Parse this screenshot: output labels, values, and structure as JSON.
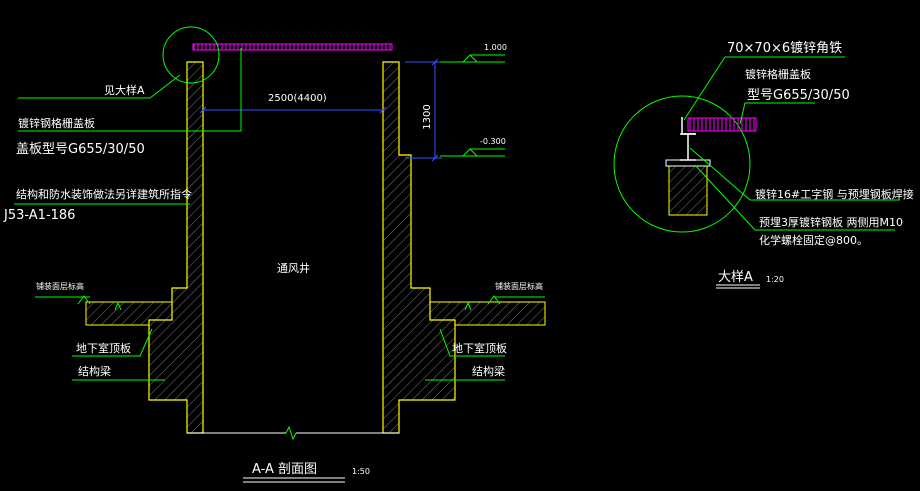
{
  "section": {
    "title": "A-A 剖面图",
    "scale": "1:50",
    "shaft_label": "通风井",
    "width_dim": "2500(4400)",
    "height_dim": "1300",
    "elev_top": "1.000",
    "elev_low": "-0.300",
    "see_detail": "见大样A",
    "grating_line1": "镀锌钢格栅盖板",
    "grating_line2": "盖板型号G655/30/50",
    "note_line1": "结构和防水装饰做法另详建筑所指令",
    "note_line2": "J53-A1-186",
    "ground_left": "铺装面层标高",
    "ground_right": "铺装面层标高",
    "slab_left": "地下室顶板",
    "beam_left": "结构梁",
    "slab_right": "地下室顶板",
    "beam_right": "结构梁"
  },
  "detail": {
    "title": "大样A",
    "scale": "1:20",
    "angle": "70×70×6镀锌角铁",
    "grating_line1": "镀锌格栅盖板",
    "grating_line2": "型号G655/30/50",
    "ibeam": "镀锌16#工字钢 与预埋钢板焊接",
    "plate_line1": "预埋3厚镀锌钢板 两侧用M10",
    "plate_line2": "化学螺栓固定@800。"
  },
  "colors": {
    "background": "#000000",
    "concrete": "#ffff00",
    "leader": "#00ff00",
    "dimension": "#3355ff",
    "grating": "#ff00ff",
    "text": "#ffffff"
  }
}
